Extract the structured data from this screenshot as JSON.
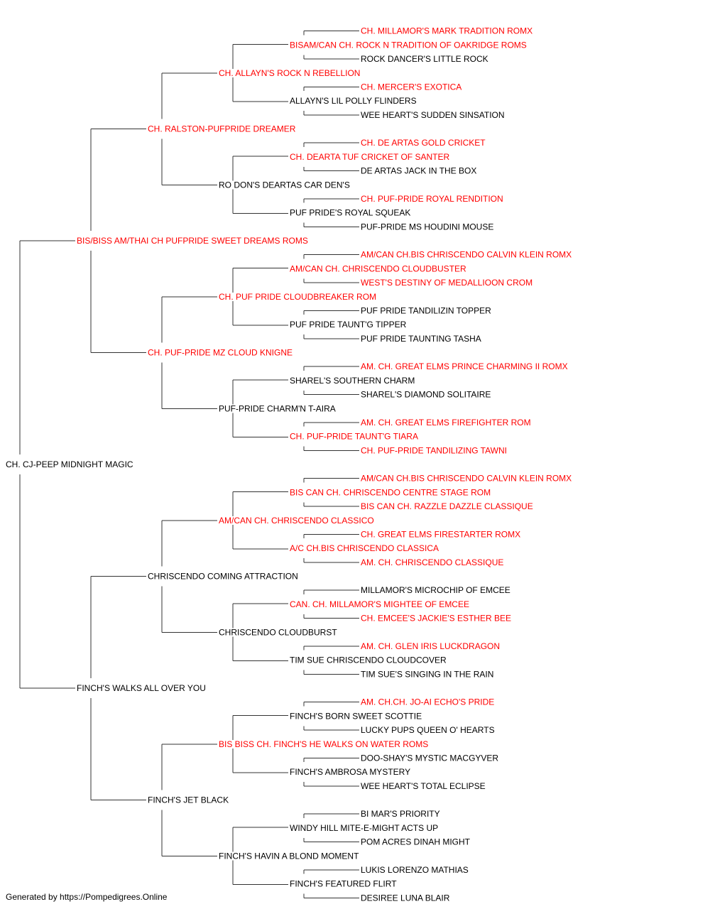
{
  "colors": {
    "champion": "#ff0000",
    "regular": "#000000",
    "line": "#333333"
  },
  "pedigree": {
    "name": "CH. CJ-PEEP MIDNIGHT MAGIC",
    "ch": false,
    "sire": {
      "name": "BIS/BISS AM/THAI CH PUFPRIDE SWEET DREAMS ROMS",
      "ch": true,
      "sire": {
        "name": "CH. RALSTON-PUFPRIDE DREAMER",
        "ch": true,
        "sire": {
          "name": "CH. ALLAYN'S ROCK N REBELLION",
          "ch": true,
          "sire": {
            "name": "BISAM/CAN CH. ROCK N TRADITION OF OAKRIDGE ROMS",
            "ch": true,
            "sire": {
              "name": "CH. MILLAMOR'S MARK TRADITION ROMX",
              "ch": true
            },
            "dam": {
              "name": "ROCK DANCER'S LITTLE ROCK",
              "ch": false
            }
          },
          "dam": {
            "name": "ALLAYN'S LIL POLLY FLINDERS",
            "ch": false,
            "sire": {
              "name": "CH. MERCER'S EXOTICA",
              "ch": true
            },
            "dam": {
              "name": "WEE HEART'S SUDDEN SINSATION",
              "ch": false
            }
          }
        },
        "dam": {
          "name": "RO DON'S DEARTAS CAR DEN'S",
          "ch": false,
          "sire": {
            "name": "CH. DEARTA TUF CRICKET OF SANTER",
            "ch": true,
            "sire": {
              "name": "CH. DE ARTAS GOLD CRICKET",
              "ch": true
            },
            "dam": {
              "name": "DE ARTAS JACK IN THE BOX",
              "ch": false
            }
          },
          "dam": {
            "name": "PUF PRIDE'S ROYAL SQUEAK",
            "ch": false,
            "sire": {
              "name": "CH. PUF-PRIDE ROYAL RENDITION",
              "ch": true
            },
            "dam": {
              "name": "PUF-PRIDE MS HOUDINI MOUSE",
              "ch": false
            }
          }
        }
      },
      "dam": {
        "name": "CH. PUF-PRIDE MZ CLOUD KNIGNE",
        "ch": true,
        "sire": {
          "name": "CH. PUF PRIDE CLOUDBREAKER ROM",
          "ch": true,
          "sire": {
            "name": "AM/CAN CH. CHRISCENDO CLOUDBUSTER",
            "ch": true,
            "sire": {
              "name": "AM/CAN CH.BIS CHRISCENDO CALVIN KLEIN ROMX",
              "ch": true
            },
            "dam": {
              "name": "WEST'S DESTINY OF MEDALLIOON CROM",
              "ch": true
            }
          },
          "dam": {
            "name": "PUF PRIDE TAUNT'G TIPPER",
            "ch": false,
            "sire": {
              "name": "PUF PRIDE TANDILIZIN TOPPER",
              "ch": false
            },
            "dam": {
              "name": "PUF PRIDE TAUNTING TASHA",
              "ch": false
            }
          }
        },
        "dam": {
          "name": "PUF-PRIDE CHARM'N T-AIRA",
          "ch": false,
          "sire": {
            "name": "SHAREL'S SOUTHERN CHARM",
            "ch": false,
            "sire": {
              "name": "AM. CH. GREAT ELMS PRINCE CHARMING II ROMX",
              "ch": true
            },
            "dam": {
              "name": "SHAREL'S DIAMOND SOLITAIRE",
              "ch": false
            }
          },
          "dam": {
            "name": "CH. PUF-PRIDE TAUNT'G TIARA",
            "ch": true,
            "sire": {
              "name": "AM. CH. GREAT ELMS FIREFIGHTER ROM",
              "ch": true
            },
            "dam": {
              "name": "CH. PUF-PRIDE TANDILIZING TAWNI",
              "ch": true
            }
          }
        }
      }
    },
    "dam": {
      "name": "FINCH'S WALKS ALL OVER YOU",
      "ch": false,
      "sire": {
        "name": "CHRISCENDO COMING ATTRACTION",
        "ch": false,
        "sire": {
          "name": "AM/CAN CH. CHRISCENDO CLASSICO",
          "ch": true,
          "sire": {
            "name": "BIS CAN CH. CHRISCENDO CENTRE STAGE ROM",
            "ch": true,
            "sire": {
              "name": "AM/CAN CH.BIS CHRISCENDO CALVIN KLEIN ROMX",
              "ch": true
            },
            "dam": {
              "name": "BIS CAN CH. RAZZLE DAZZLE CLASSIQUE",
              "ch": true
            }
          },
          "dam": {
            "name": "A/C CH.BIS CHRISCENDO CLASSICA",
            "ch": true,
            "sire": {
              "name": "CH. GREAT ELMS FIRESTARTER ROMX",
              "ch": true
            },
            "dam": {
              "name": "AM. CH. CHRISCENDO CLASSIQUE",
              "ch": true
            }
          }
        },
        "dam": {
          "name": "CHRISCENDO CLOUDBURST",
          "ch": false,
          "sire": {
            "name": "CAN. CH. MILLAMOR'S MIGHTEE OF EMCEE",
            "ch": true,
            "sire": {
              "name": "MILLAMOR'S MICROCHIP OF EMCEE",
              "ch": false
            },
            "dam": {
              "name": "CH. EMCEE'S JACKIE'S ESTHER BEE",
              "ch": true
            }
          },
          "dam": {
            "name": "TIM SUE CHRISCENDO CLOUDCOVER",
            "ch": false,
            "sire": {
              "name": "AM. CH. GLEN IRIS LUCKDRAGON",
              "ch": true
            },
            "dam": {
              "name": "TIM SUE'S SINGING IN THE RAIN",
              "ch": false
            }
          }
        }
      },
      "dam": {
        "name": "FINCH'S JET BLACK",
        "ch": false,
        "sire": {
          "name": "BIS BISS CH. FINCH'S HE WALKS ON WATER ROMS",
          "ch": true,
          "sire": {
            "name": "FINCH'S BORN SWEET SCOTTIE",
            "ch": false,
            "sire": {
              "name": "AM. CH.CH. JO-AI ECHO'S PRIDE",
              "ch": true
            },
            "dam": {
              "name": "LUCKY PUPS QUEEN O' HEARTS",
              "ch": false
            }
          },
          "dam": {
            "name": "FINCH'S AMBROSA MYSTERY",
            "ch": false,
            "sire": {
              "name": "DOO-SHAY'S MYSTIC MACGYVER",
              "ch": false
            },
            "dam": {
              "name": "WEE HEART'S TOTAL ECLIPSE",
              "ch": false
            }
          }
        },
        "dam": {
          "name": "FINCH'S HAVIN A BLOND MOMENT",
          "ch": false,
          "sire": {
            "name": "WINDY HILL MITE-E-MIGHT ACTS UP",
            "ch": false,
            "sire": {
              "name": "BI MAR'S PRIORITY",
              "ch": false
            },
            "dam": {
              "name": "POM ACRES DINAH MIGHT",
              "ch": false
            }
          },
          "dam": {
            "name": "FINCH'S FEATURED FLIRT",
            "ch": false,
            "sire": {
              "name": "LUKIS LORENZO MATHIAS",
              "ch": false
            },
            "dam": {
              "name": "DESIREE LUNA BLAIR",
              "ch": false
            }
          }
        }
      }
    }
  },
  "footer": "Generated by https://Pompedigrees.Online"
}
